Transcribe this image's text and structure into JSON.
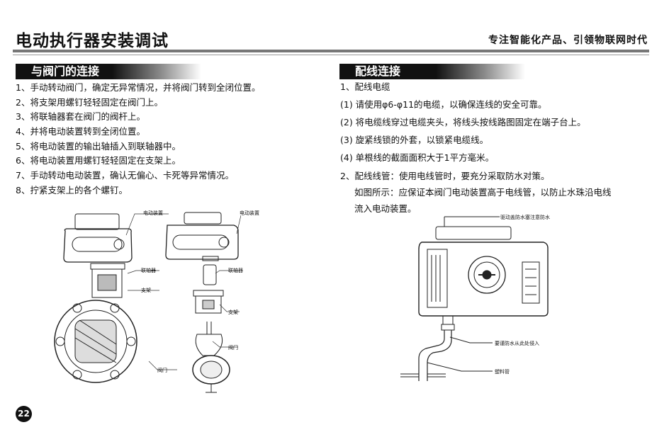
{
  "header": {
    "title": "电动执行器安装调试",
    "slogan": "专注智能化产品、引领物联网时代"
  },
  "valve_section": {
    "heading": "与阀门的连接",
    "steps": [
      "1、手动转动阀门，确定无异常情况，并将阀门转到全闭位置。",
      "2、将支架用螺钉轻轻固定在阀门上。",
      "3、将联轴器套在阀门的阀杆上。",
      "4、并将电动装置转到全闭位置。",
      "5、将电动装置的输出轴插入到联轴器中。",
      "6、将电动装置用螺钉轻轻固定在支架上。",
      "7、手动转动电动装置，确认无偏心、卡死等异常情况。",
      "8、拧紧支架上的各个螺钉。"
    ],
    "callouts": {
      "actuator_left": "电动装置",
      "coupling_left": "联轴器",
      "bracket_left": "支架",
      "valve_left": "阀门",
      "actuator_right": "电动装置",
      "coupling_right": "联轴器",
      "bracket_right": "支架",
      "valve_right": "阀门"
    }
  },
  "wiring_section": {
    "heading": "配线连接",
    "cable_title": "1、配线电缆",
    "cable_items": [
      "(1) 请使用φ6-φ11的电缆，以确保连线的安全可靠。",
      "(2) 将电缆线穿过电缆夹头，将线头按线路图固定在端子台上。",
      "(3) 旋紧线锁的外套，以锁紧电缆线。",
      "(4) 单根线的截面面积大于1平方毫米。"
    ],
    "conduit_title": "2、配线线管：使用电线管时，要充分采取防水对策。",
    "conduit_note_1": "如图所示：应保证本阀门电动装置高于电线管，以防止水珠沿电线",
    "conduit_note_2": "流入电动装置。",
    "callouts": {
      "cover": "驱动盖防水塞注意防水",
      "entry": "要谨防水从此处侵入",
      "pipe": "塑料管"
    }
  },
  "footer": {
    "page_number": "22"
  }
}
